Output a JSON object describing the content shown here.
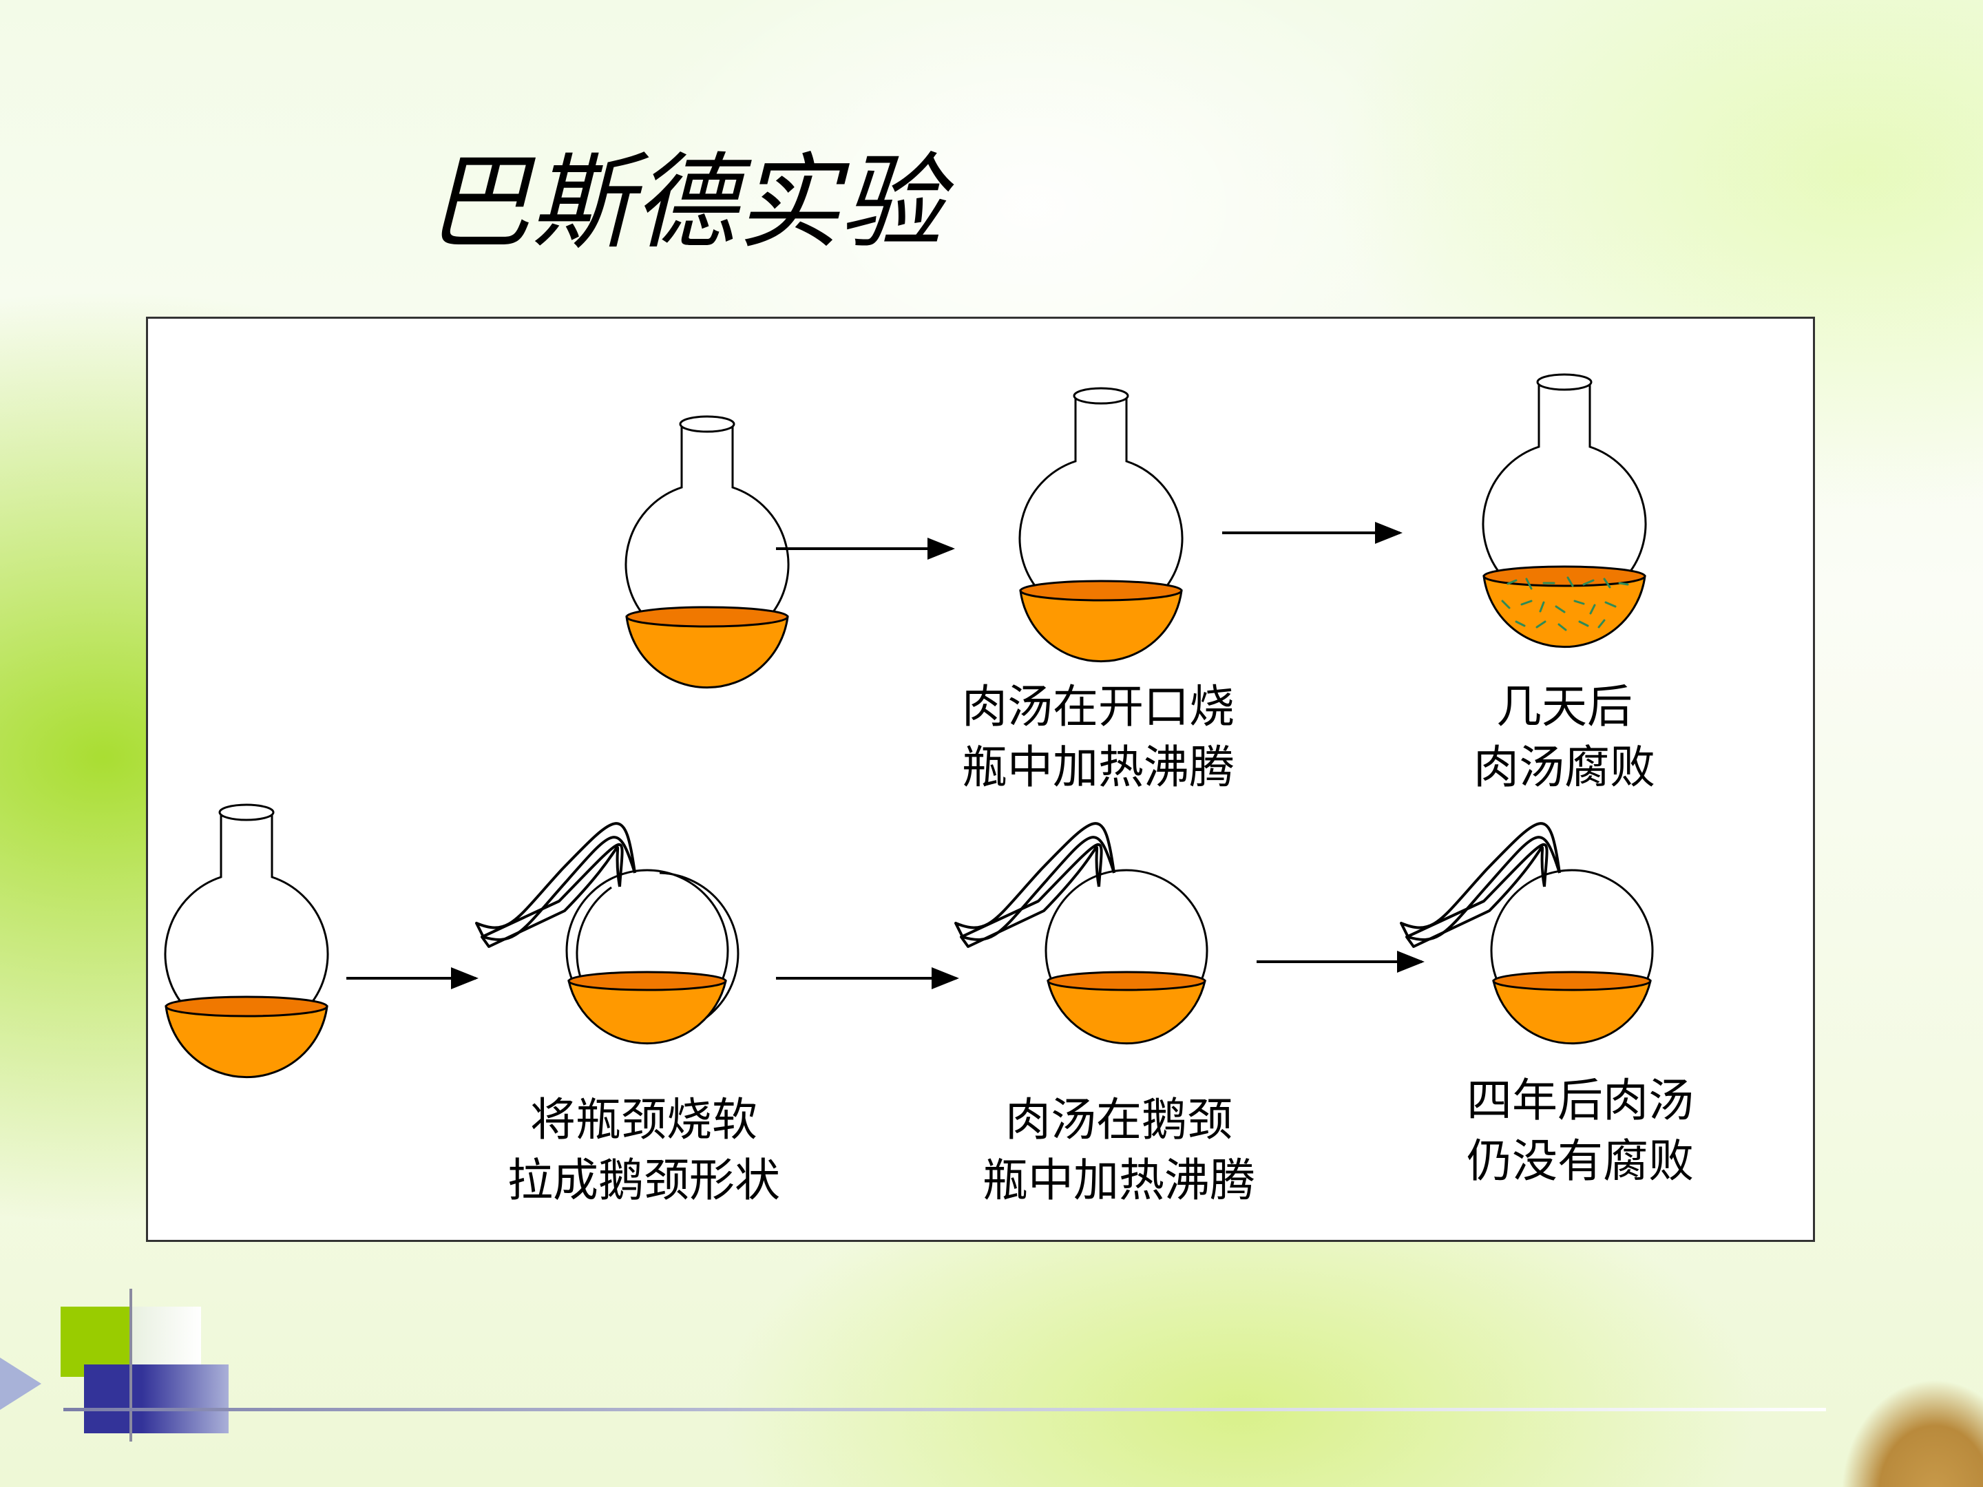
{
  "title": "巴斯德实验",
  "colors": {
    "broth": "#FF9900",
    "glass_outline": "#000000",
    "microbes": "#2E8B57",
    "deco_green": "#99CC00",
    "deco_blue": "#333399"
  },
  "diagram": {
    "top_row": {
      "step2_caption": [
        "肉汤在开口烧",
        "瓶中加热沸腾"
      ],
      "step3_caption": [
        "几天后",
        "肉汤腐败"
      ]
    },
    "bottom_row": {
      "step2_caption": [
        "将瓶颈烧软",
        "拉成鹅颈形状"
      ],
      "step3_caption": [
        "肉汤在鹅颈",
        "瓶中加热沸腾"
      ],
      "step4_caption": [
        "四年后肉汤",
        "仍没有腐败"
      ]
    }
  }
}
